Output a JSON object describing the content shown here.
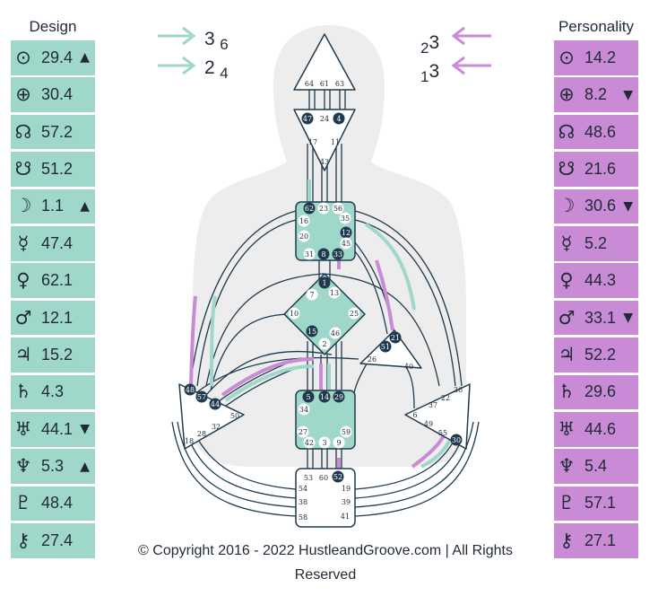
{
  "design": {
    "title": "Design",
    "rows": [
      {
        "icon": "sun-icon",
        "glyph": "⊙",
        "value": "29.4",
        "mark": "▲"
      },
      {
        "icon": "earth-icon",
        "glyph": "⊕",
        "value": "30.4",
        "mark": ""
      },
      {
        "icon": "north-node-icon",
        "glyph": "☊",
        "value": "57.2",
        "mark": ""
      },
      {
        "icon": "south-node-icon",
        "glyph": "☋",
        "value": "51.2",
        "mark": ""
      },
      {
        "icon": "moon-icon",
        "glyph": "☽",
        "value": "1.1",
        "mark": "▲"
      },
      {
        "icon": "mercury-icon",
        "glyph": "☿",
        "value": "47.4",
        "mark": ""
      },
      {
        "icon": "venus-icon",
        "glyph": "♀",
        "value": "62.1",
        "mark": ""
      },
      {
        "icon": "mars-icon",
        "glyph": "♂",
        "value": "12.1",
        "mark": ""
      },
      {
        "icon": "jupiter-icon",
        "glyph": "♃",
        "value": "15.2",
        "mark": ""
      },
      {
        "icon": "saturn-icon",
        "glyph": "♄",
        "value": "4.3",
        "mark": ""
      },
      {
        "icon": "uranus-icon",
        "glyph": "♅",
        "value": "44.1",
        "mark": "▼"
      },
      {
        "icon": "neptune-icon",
        "glyph": "♆",
        "value": "5.3",
        "mark": "▲"
      },
      {
        "icon": "pluto-icon",
        "glyph": "♇",
        "value": "48.4",
        "mark": ""
      },
      {
        "icon": "chiron-icon",
        "glyph": "⚷",
        "value": "27.4",
        "mark": ""
      }
    ]
  },
  "personality": {
    "title": "Personality",
    "rows": [
      {
        "icon": "sun-icon",
        "glyph": "⊙",
        "value": "14.2",
        "mark": ""
      },
      {
        "icon": "earth-icon",
        "glyph": "⊕",
        "value": "8.2",
        "mark": "▼"
      },
      {
        "icon": "north-node-icon",
        "glyph": "☊",
        "value": "48.6",
        "mark": ""
      },
      {
        "icon": "south-node-icon",
        "glyph": "☋",
        "value": "21.6",
        "mark": ""
      },
      {
        "icon": "moon-icon",
        "glyph": "☽",
        "value": "30.6",
        "mark": "▼"
      },
      {
        "icon": "mercury-icon",
        "glyph": "☿",
        "value": "5.2",
        "mark": ""
      },
      {
        "icon": "venus-icon",
        "glyph": "♀",
        "value": "44.3",
        "mark": ""
      },
      {
        "icon": "mars-icon",
        "glyph": "♂",
        "value": "33.1",
        "mark": "▼"
      },
      {
        "icon": "jupiter-icon",
        "glyph": "♃",
        "value": "52.2",
        "mark": ""
      },
      {
        "icon": "saturn-icon",
        "glyph": "♄",
        "value": "29.6",
        "mark": ""
      },
      {
        "icon": "uranus-icon",
        "glyph": "♅",
        "value": "44.6",
        "mark": ""
      },
      {
        "icon": "neptune-icon",
        "glyph": "♆",
        "value": "5.4",
        "mark": ""
      },
      {
        "icon": "pluto-icon",
        "glyph": "♇",
        "value": "57.1",
        "mark": ""
      },
      {
        "icon": "chiron-icon",
        "glyph": "⚷",
        "value": "27.1",
        "mark": ""
      }
    ]
  },
  "variables": {
    "design_top": {
      "big": "3",
      "small": "6"
    },
    "design_bottom": {
      "big": "2",
      "small": "4"
    },
    "personality_top": {
      "small": "2",
      "big": "3"
    },
    "personality_bottom": {
      "small": "1",
      "big": "3"
    }
  },
  "centers": {
    "head": [
      "64",
      "61",
      "63"
    ],
    "ajna": [
      "47",
      "24",
      "4",
      "17",
      "11",
      "43"
    ],
    "throat": [
      "62",
      "23",
      "56",
      "16",
      "35",
      "12",
      "20",
      "45",
      "31",
      "8",
      "33"
    ],
    "g": [
      "1",
      "7",
      "13",
      "10",
      "25",
      "15",
      "46",
      "2"
    ],
    "heart": [
      "21",
      "51",
      "26",
      "40"
    ],
    "spleen": [
      "48",
      "57",
      "44",
      "50",
      "32",
      "28",
      "18"
    ],
    "sacral": [
      "5",
      "14",
      "29",
      "34",
      "27",
      "59",
      "42",
      "3",
      "9"
    ],
    "solar_plexus": [
      "36",
      "22",
      "37",
      "6",
      "49",
      "55",
      "30"
    ],
    "root": [
      "53",
      "60",
      "52",
      "54",
      "19",
      "38",
      "39",
      "58",
      "41"
    ]
  },
  "colors": {
    "design": "#9fd8ca",
    "personality": "#c98ad6",
    "defined_center": "#9fd8ca",
    "outline": "#1f3a4d",
    "silhouette": "#ededed"
  },
  "footer": "© Copyright 2016 - 2022 HustleandGroove.com | All Rights Reserved"
}
